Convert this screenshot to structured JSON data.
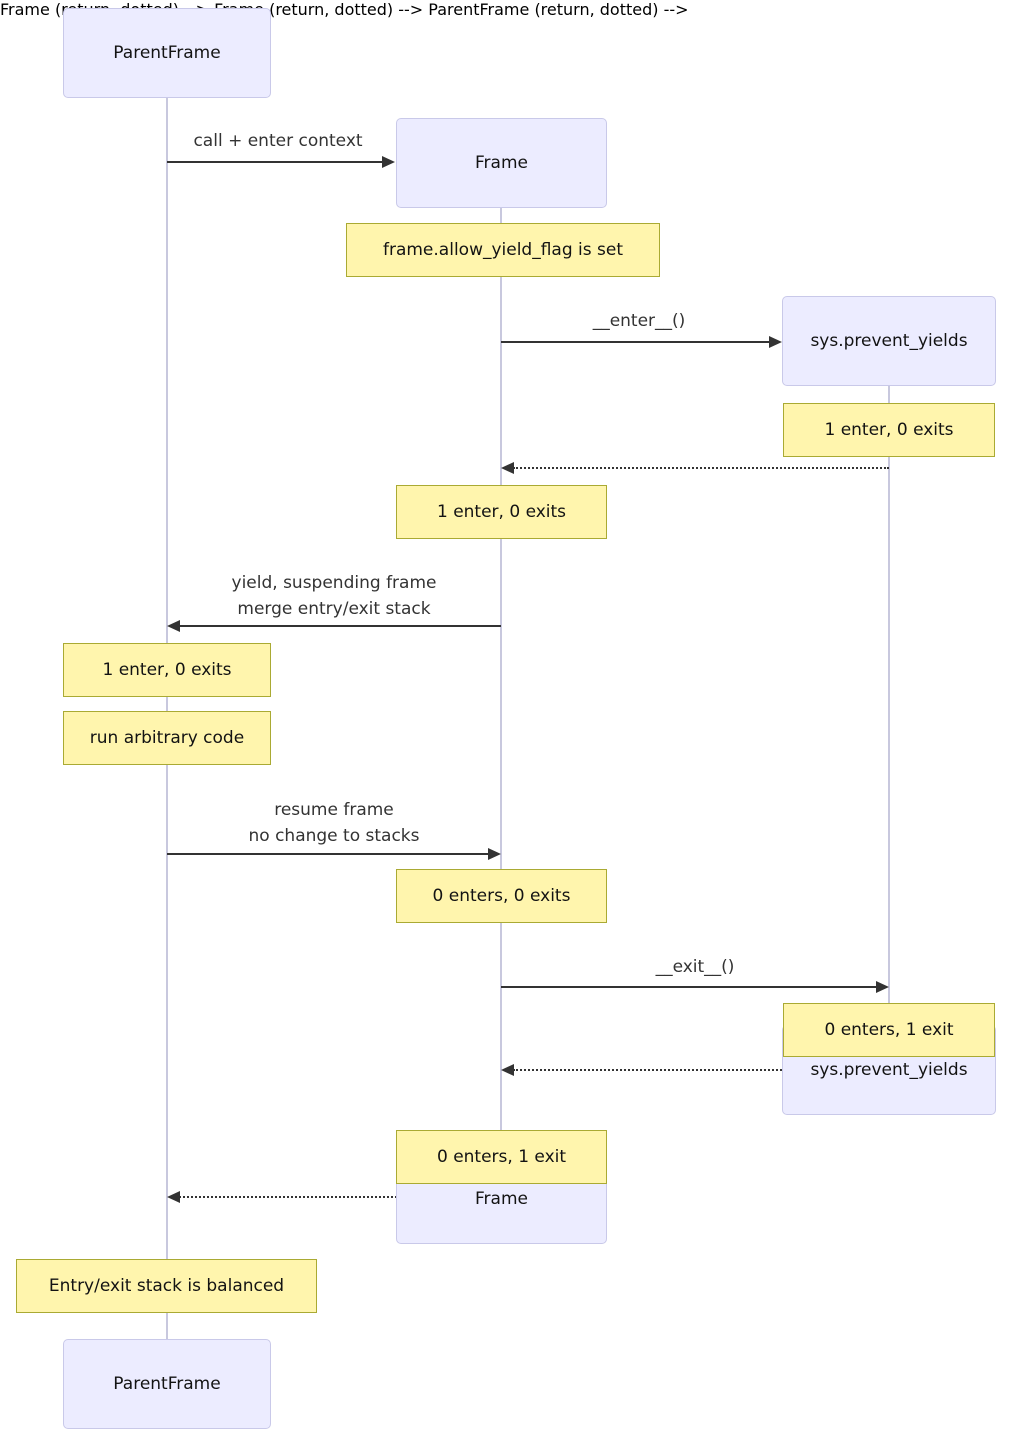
{
  "diagram_type": "sequence-diagram",
  "colors": {
    "actor_fill": "#ECECFF",
    "actor_border": "#C9C9E9",
    "note_fill": "#FFF5AD",
    "note_border": "#AAAA33",
    "line": "#333333",
    "lifeline": "#C8C8DE",
    "actor_text": "#131313",
    "note_text": "#131313",
    "message_text": "#333333",
    "background": "#FFFFFF"
  },
  "actors": [
    {
      "id": "ParentFrame",
      "label": "ParentFrame"
    },
    {
      "id": "Frame",
      "label": "Frame"
    },
    {
      "id": "sys.prevent_yields",
      "label": "sys.prevent_yields"
    }
  ],
  "messages": [
    {
      "from": "ParentFrame",
      "to": "Frame",
      "style": "solid",
      "lines": [
        "call + enter context"
      ]
    },
    {
      "from": "Frame",
      "to": "sys.prevent_yields",
      "style": "solid",
      "lines": [
        "__enter__()"
      ]
    },
    {
      "from": "sys.prevent_yields",
      "to": "Frame",
      "style": "dotted",
      "lines": []
    },
    {
      "from": "Frame",
      "to": "ParentFrame",
      "style": "solid",
      "lines": [
        "yield, suspending frame",
        "merge entry/exit stack"
      ]
    },
    {
      "from": "ParentFrame",
      "to": "Frame",
      "style": "solid",
      "lines": [
        "resume frame",
        "no change to stacks"
      ]
    },
    {
      "from": "Frame",
      "to": "sys.prevent_yields",
      "style": "solid",
      "lines": [
        "__exit__()"
      ]
    },
    {
      "from": "sys.prevent_yields",
      "to": "Frame",
      "style": "dotted",
      "lines": []
    },
    {
      "from": "Frame",
      "to": "ParentFrame",
      "style": "dotted",
      "lines": []
    }
  ],
  "notes": [
    {
      "over": "Frame",
      "text": "frame.allow_yield_flag is set"
    },
    {
      "over": "sys.prevent_yields",
      "text": "1 enter, 0 exits"
    },
    {
      "over": "Frame",
      "text": "1 enter, 0 exits"
    },
    {
      "over": "ParentFrame",
      "text": "1 enter, 0 exits"
    },
    {
      "over": "ParentFrame",
      "text": "run arbitrary code"
    },
    {
      "over": "Frame",
      "text": "0 enters, 0 exits"
    },
    {
      "over": "sys.prevent_yields",
      "text": "0 enters, 1 exit"
    },
    {
      "over": "Frame",
      "text": "0 enters, 1 exit"
    },
    {
      "over": "ParentFrame",
      "text": "Entry/exit stack is balanced"
    }
  ]
}
